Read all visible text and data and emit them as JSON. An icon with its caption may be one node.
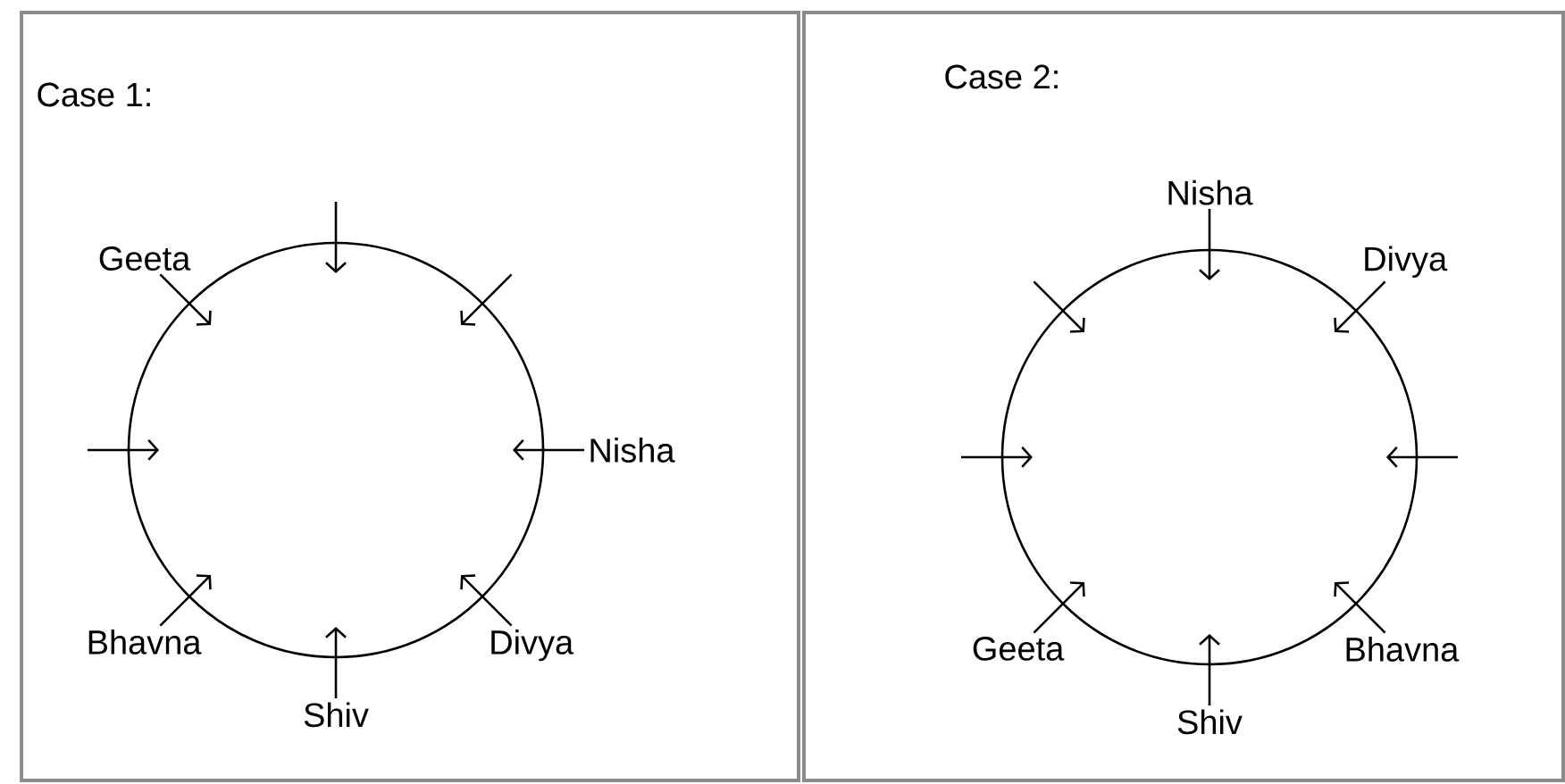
{
  "diagram": {
    "nodes": [
      {
        "text": [
          "Case 1:"
        ]
      },
      {
        "text": [],
        "shape": "circle",
        "in": 0
      },
      {
        "text": [
          "Geeta"
        ],
        "in": 0
      },
      {
        "text": [
          "Nisha"
        ],
        "in": 0
      },
      {
        "text": [
          "Divya"
        ],
        "in": 0
      },
      {
        "text": [
          "Bhavna"
        ],
        "in": 0
      },
      {
        "text": [
          "Shiv"
        ],
        "in": 0
      },
      {
        "text": [
          "Case 2:"
        ]
      },
      {
        "text": [],
        "shape": "circle",
        "in": 7
      },
      {
        "text": [
          "Nisha"
        ],
        "in": 7
      },
      {
        "text": [
          "Divya"
        ],
        "in": 7
      },
      {
        "text": [
          "Geeta"
        ],
        "in": 7
      },
      {
        "text": [
          "Bhavna"
        ],
        "in": 7
      },
      {
        "text": [
          "Shiv"
        ],
        "in": 7
      }
    ],
    "edges": [
      {
        "from": 2,
        "to": 1,
        "arrow": "to"
      },
      {
        "from": null,
        "to": 1,
        "arrow": "to"
      },
      {
        "from": null,
        "to": 1,
        "arrow": "to"
      },
      {
        "from": null,
        "to": 1,
        "arrow": "to"
      },
      {
        "from": 3,
        "to": 1,
        "arrow": "to"
      },
      {
        "from": 5,
        "to": 1,
        "arrow": "to"
      },
      {
        "from": 4,
        "to": 1,
        "arrow": "to"
      },
      {
        "from": 6,
        "to": 1,
        "arrow": "to"
      },
      {
        "from": 9,
        "to": 8,
        "arrow": "to"
      },
      {
        "from": null,
        "to": 8,
        "arrow": "to"
      },
      {
        "from": 10,
        "to": 8,
        "arrow": "to"
      },
      {
        "from": null,
        "to": 8,
        "arrow": "to"
      },
      {
        "from": null,
        "to": 8,
        "arrow": "to"
      },
      {
        "from": 11,
        "to": 8,
        "arrow": "to"
      },
      {
        "from": 12,
        "to": 8,
        "arrow": "to"
      },
      {
        "from": 13,
        "to": 8,
        "arrow": "to"
      }
    ]
  }
}
